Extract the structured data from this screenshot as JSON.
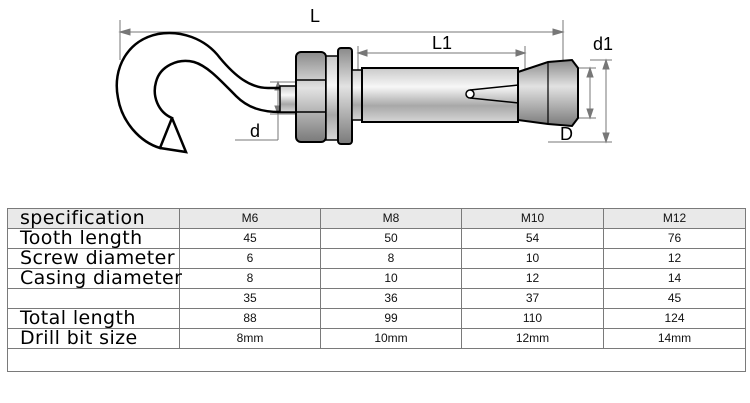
{
  "drawing": {
    "labels": {
      "L": "L",
      "L1": "L1",
      "d1": "d1",
      "d": "d",
      "D": "D"
    }
  },
  "table": {
    "columns": [
      "specification",
      "M6",
      "M8",
      "M10",
      "M12"
    ],
    "rows": [
      {
        "label": "Tooth length",
        "values": [
          "45",
          "50",
          "54",
          "76"
        ]
      },
      {
        "label": "Screw diameter",
        "values": [
          "6",
          "8",
          "10",
          "12"
        ]
      },
      {
        "label": "Casing diameter",
        "values": [
          "8",
          "10",
          "12",
          "14"
        ]
      },
      {
        "label": "",
        "values": [
          "35",
          "36",
          "37",
          "45"
        ]
      },
      {
        "label": "Total length",
        "values": [
          "88",
          "99",
          "110",
          "124"
        ]
      },
      {
        "label": "Drill bit size",
        "values": [
          "8mm",
          "10mm",
          "12mm",
          "14mm"
        ]
      }
    ]
  }
}
